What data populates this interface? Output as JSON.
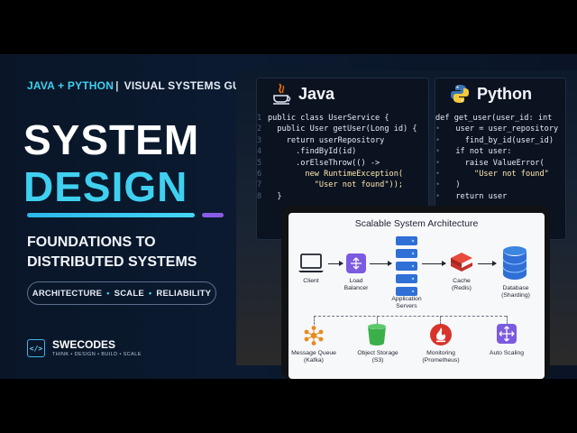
{
  "tagline": {
    "part1": "JAVA + PYTHON",
    "separator": "|",
    "part2": "VISUAL SYSTEMS GUIDE"
  },
  "title": {
    "line1": "SYSTEM",
    "line2": "DESIGN"
  },
  "subtitle": {
    "line1": "FOUNDATIONS TO",
    "line2": "DISTRIBUTED SYSTEMS"
  },
  "pill": {
    "items": [
      "ARCHITECTURE",
      "SCALE",
      "RELIABILITY"
    ],
    "separator": "•"
  },
  "brand": {
    "logo": "</>",
    "name": "SWECODES",
    "slogan": "THINK • DESIGN • BUILD • SCALE"
  },
  "java_panel": {
    "label": "Java",
    "lines": [
      "public class UserService {",
      "  public User getUser(Long id) {",
      "    return userRepository",
      "      .findById(id)",
      "      .orElseThrow(() ->",
      "        new RuntimeException(",
      "          \"User not found\"));",
      "  }"
    ]
  },
  "python_panel": {
    "label": "Python",
    "lines": [
      "def get_user(user_id: int",
      "  user = user_repository",
      "    find_by_id(user_id)",
      "  if not user:",
      "    raise ValueError(",
      "      \"User not found\"",
      "  )",
      "  return user"
    ]
  },
  "diagram": {
    "title": "Scalable System Architecture",
    "nodes": {
      "client": "Client",
      "load_balancer": [
        "Load",
        "Balancer"
      ],
      "app_servers": [
        "Application",
        "Servers"
      ],
      "cache": [
        "Cache",
        "(Redis)"
      ],
      "database": [
        "Database",
        "(Sharding)"
      ],
      "message_queue": [
        "Message Queue",
        "(Kafka)"
      ],
      "object_storage": [
        "Object Storage",
        "(S3)"
      ],
      "monitoring": [
        "Monitoring",
        "(Prometheus)"
      ],
      "auto_scaling": "Auto Scaling"
    }
  },
  "colors": {
    "background": "#0a1628",
    "accent_cyan": "#3fd0f0",
    "accent_purple": "#8a5ce6",
    "node_blue": "#2f6fd6",
    "node_purple": "#7b5be0",
    "node_red": "#d8342c",
    "node_green": "#3bb04a",
    "node_orange": "#e88a1a"
  }
}
